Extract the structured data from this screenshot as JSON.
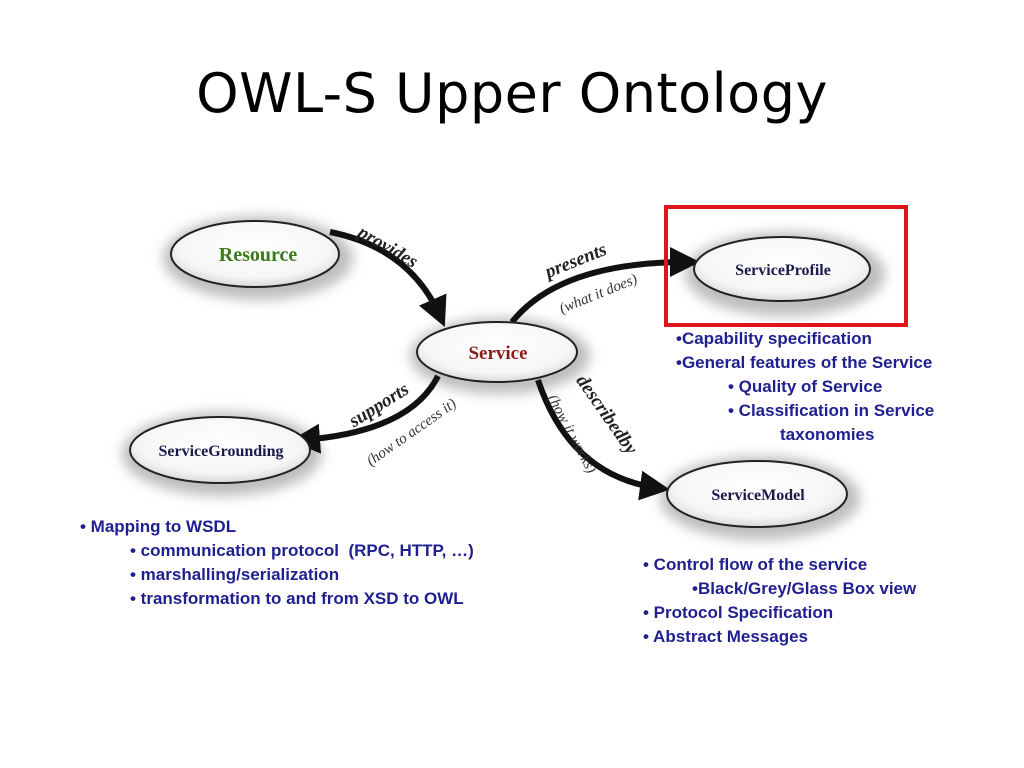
{
  "title": "OWL-S Upper Ontology",
  "nodes": {
    "resource": "Resource",
    "service": "Service",
    "profile": "ServiceProfile",
    "grounding": "ServiceGrounding",
    "model": "ServiceModel"
  },
  "edges": {
    "provides": "provides",
    "presents": "presents",
    "presents_note": "(what it does)",
    "supports": "supports",
    "supports_note": "(how to access it)",
    "describedby": "describedby",
    "describedby_note": "(how it works)"
  },
  "colors": {
    "resource_text": "#3a7a1a",
    "service_text": "#8b1a1a",
    "node_text": "#1a1a4a",
    "notes_text": "#1f1f8f",
    "highlight": "#e0141a"
  },
  "profile_notes": [
    "•Capability specification",
    "•General features of the Service",
    "• Quality of Service",
    "• Classification in Service",
    "taxonomies"
  ],
  "grounding_notes": [
    "• Mapping to WSDL",
    "• communication protocol  (RPC, HTTP, …)",
    "• marshalling/serialization",
    "• transformation to and from XSD to OWL"
  ],
  "model_notes": [
    "• Control flow of the service",
    "•Black/Grey/Glass Box view",
    "• Protocol Specification",
    "• Abstract Messages"
  ]
}
